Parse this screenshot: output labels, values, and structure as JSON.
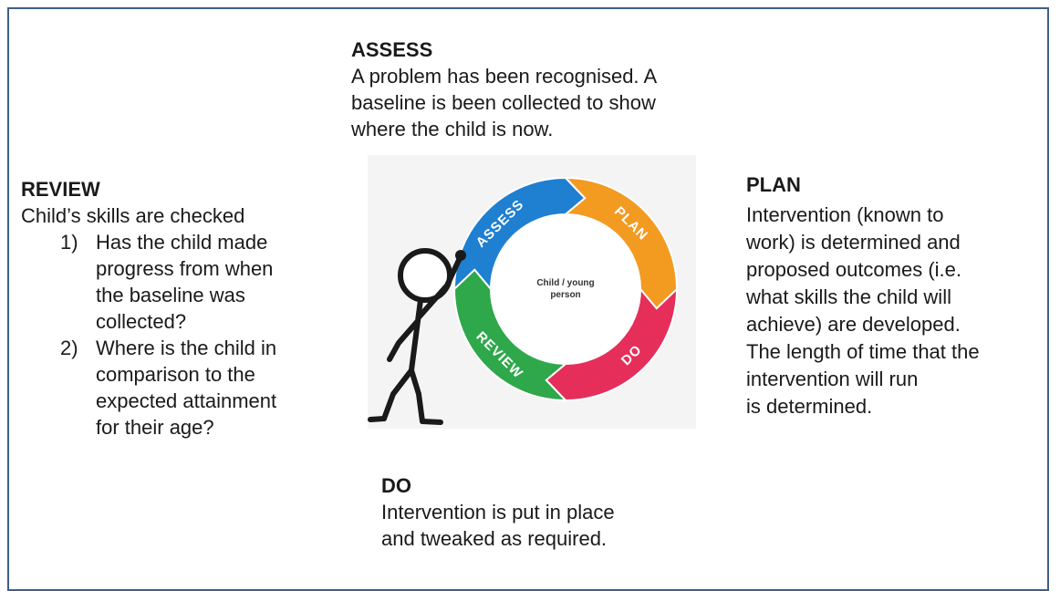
{
  "assess": {
    "heading": "ASSESS",
    "lines": [
      "A problem has been recognised.  A",
      "baseline is been collected to show",
      "where the child is now."
    ]
  },
  "review": {
    "heading": "REVIEW",
    "intro": "Child’s skills are checked",
    "items": [
      {
        "num": "1)",
        "lines": [
          "Has the child made",
          "progress from when",
          "the baseline was",
          "collected?"
        ]
      },
      {
        "num": "2)",
        "lines": [
          "Where is the child in",
          "comparison to the",
          "expected attainment",
          "for their age?"
        ]
      }
    ]
  },
  "plan": {
    "heading": "PLAN",
    "lines": [
      "Intervention (known to",
      "work) is determined and",
      "proposed outcomes (i.e.",
      "what skills the child will",
      "achieve) are developed.",
      "The length of time that the",
      "intervention will run",
      "is determined."
    ]
  },
  "do": {
    "heading": "DO",
    "lines": [
      "Intervention is put in place",
      "and tweaked as required."
    ]
  },
  "cycle": {
    "center_line1": "Child / young",
    "center_line2": "person",
    "segments": [
      {
        "label": "ASSESS",
        "color": "#1f7fd0"
      },
      {
        "label": "PLAN",
        "color": "#f39a21"
      },
      {
        "label": "DO",
        "color": "#e62e5a"
      },
      {
        "label": "REVIEW",
        "color": "#2ea84a"
      }
    ]
  },
  "colors": {
    "frame": "#3f5f86",
    "figure": "#1a1a1a"
  }
}
